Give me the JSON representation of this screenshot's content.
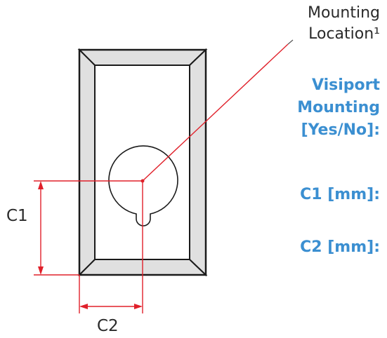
{
  "mounting_note": {
    "line1": "Mounting",
    "line2": "Location¹"
  },
  "dimensions": {
    "c1_label": "C1",
    "c2_label": "C2"
  },
  "form_fields": {
    "visiport_line1": "Visiport",
    "visiport_line2": "Mounting",
    "visiport_line3": "[Yes/No]:",
    "c1_field": "C1 [mm]:",
    "c2_field": "C2 [mm]:"
  },
  "colors": {
    "frame_fill": "#e0e0e0",
    "outline": "#1a1a1a",
    "dimension_red": "#e0202a",
    "field_blue": "#3b8fd1"
  }
}
